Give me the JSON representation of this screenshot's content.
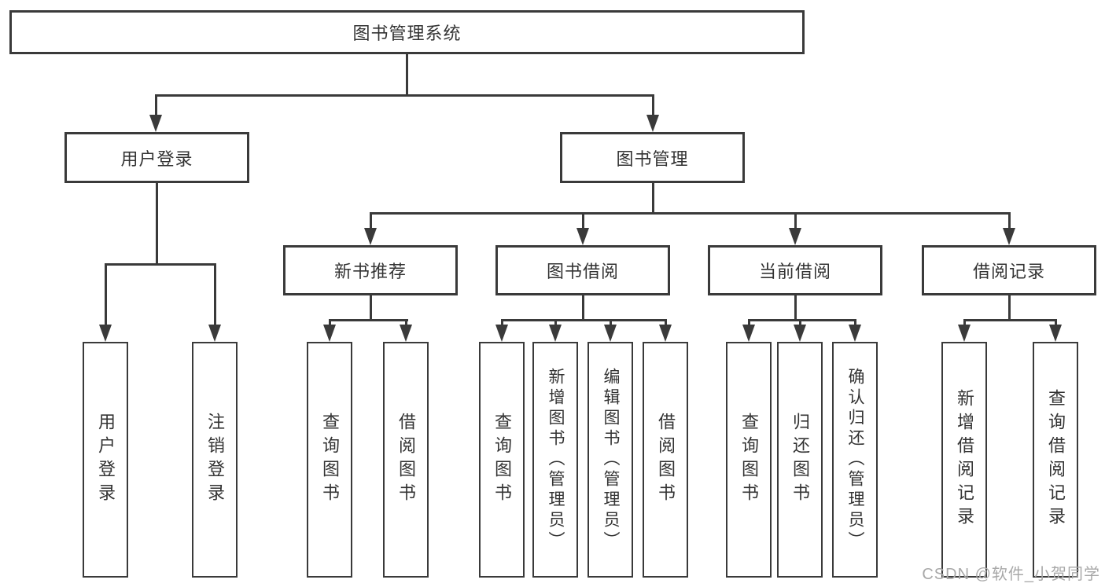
{
  "nodes": {
    "root": "图书管理系统",
    "user_login": "用户登录",
    "book_mgmt": "图书管理",
    "new_book": "新书推荐",
    "book_borrow": "图书借阅",
    "current_borrow": "当前借阅",
    "borrow_records": "借阅记录"
  },
  "leaves": {
    "user_login": [
      "用户登录",
      "注销登录"
    ],
    "new_book": [
      "查询图书",
      "借阅图书"
    ],
    "book_borrow": [
      "查询图书",
      "新增图书（管理员）",
      "编辑图书（管理员）",
      "借阅图书"
    ],
    "current_borrow": [
      "查询图书",
      "归还图书",
      "确认归还（管理员）"
    ],
    "borrow_records": [
      "新增借阅记录",
      "查询借阅记录"
    ]
  },
  "watermark": {
    "text": "CSDN @软件_小贺同学"
  },
  "colors": {
    "line": "#3a3a3a",
    "text": "#333333",
    "background": "#ffffff",
    "watermark": "#a8a8a8"
  }
}
